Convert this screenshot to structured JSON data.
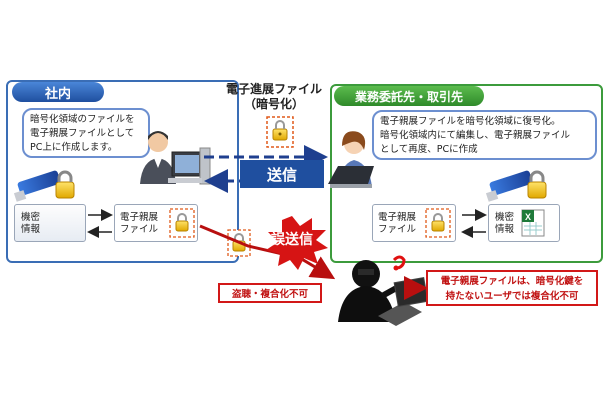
{
  "left_panel": {
    "header": "社内",
    "note_line1": "暗号化領域のファイルを",
    "note_line2": "電子親展ファイルとして",
    "note_line3": "PC上に作成します。",
    "file_a_line1": "機密",
    "file_a_line2": "情報",
    "file_b_line1": "電子親展",
    "file_b_line2": "ファイル"
  },
  "right_panel": {
    "header": "業務委託先・取引先",
    "note_line1": "電子親展ファイルを暗号化領域に復号化。",
    "note_line2": "暗号化領域内にて編集し、電子親展ファイル",
    "note_line3": "として再度、PCに作成",
    "file_a_line1": "電子親展",
    "file_a_line2": "ファイル",
    "file_b_line1": "機密",
    "file_b_line2": "情報"
  },
  "center": {
    "title_line1": "電子進展ファイル",
    "title_line2": "（暗号化）",
    "send_label": "送信"
  },
  "misdelivery": {
    "burst_label": "誤送信",
    "left_note": "盗聴・複合化不可",
    "right_note_line1": "電子親展ファイルは、暗号化鍵を",
    "right_note_line2": "持たないユーザでは複合化不可"
  },
  "colors": {
    "left_accent": "#3a6db5",
    "right_accent": "#3c9b3c",
    "send_box": "#1f4f9f",
    "alert_red": "#d21818"
  },
  "icons": [
    "usb-lock-icon",
    "excel-file-icon",
    "encrypted-file-icon",
    "pc-user-icon",
    "hacker-icon",
    "warning-burst-icon"
  ]
}
